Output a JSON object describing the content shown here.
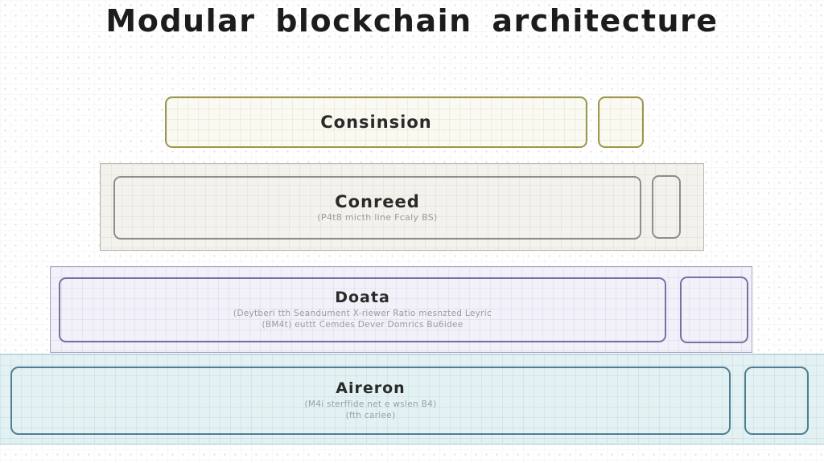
{
  "title": "Modular blockchain architecture",
  "layers": [
    {
      "id": "consensus",
      "label": "Consinsion",
      "sublines": [],
      "accent": "#9c974d"
    },
    {
      "id": "settlement",
      "label": "Conreed",
      "sublines": [
        "(P4t8 micth line Fcaly BS)"
      ],
      "accent": "#8f8d88"
    },
    {
      "id": "data",
      "label": "Doata",
      "sublines": [
        "(Deytberi tth Seandument X-riewer Ratio mesnzted Leyric",
        "(BM4t) euttt Cemdes Dever Domrics Bu6idee"
      ],
      "accent": "#7b70a6"
    },
    {
      "id": "execution",
      "label": "Aireron",
      "sublines": [
        "(M4i sterffide net e wslen B4)",
        "(fth carlee)"
      ],
      "accent": "#4e7e95"
    }
  ]
}
